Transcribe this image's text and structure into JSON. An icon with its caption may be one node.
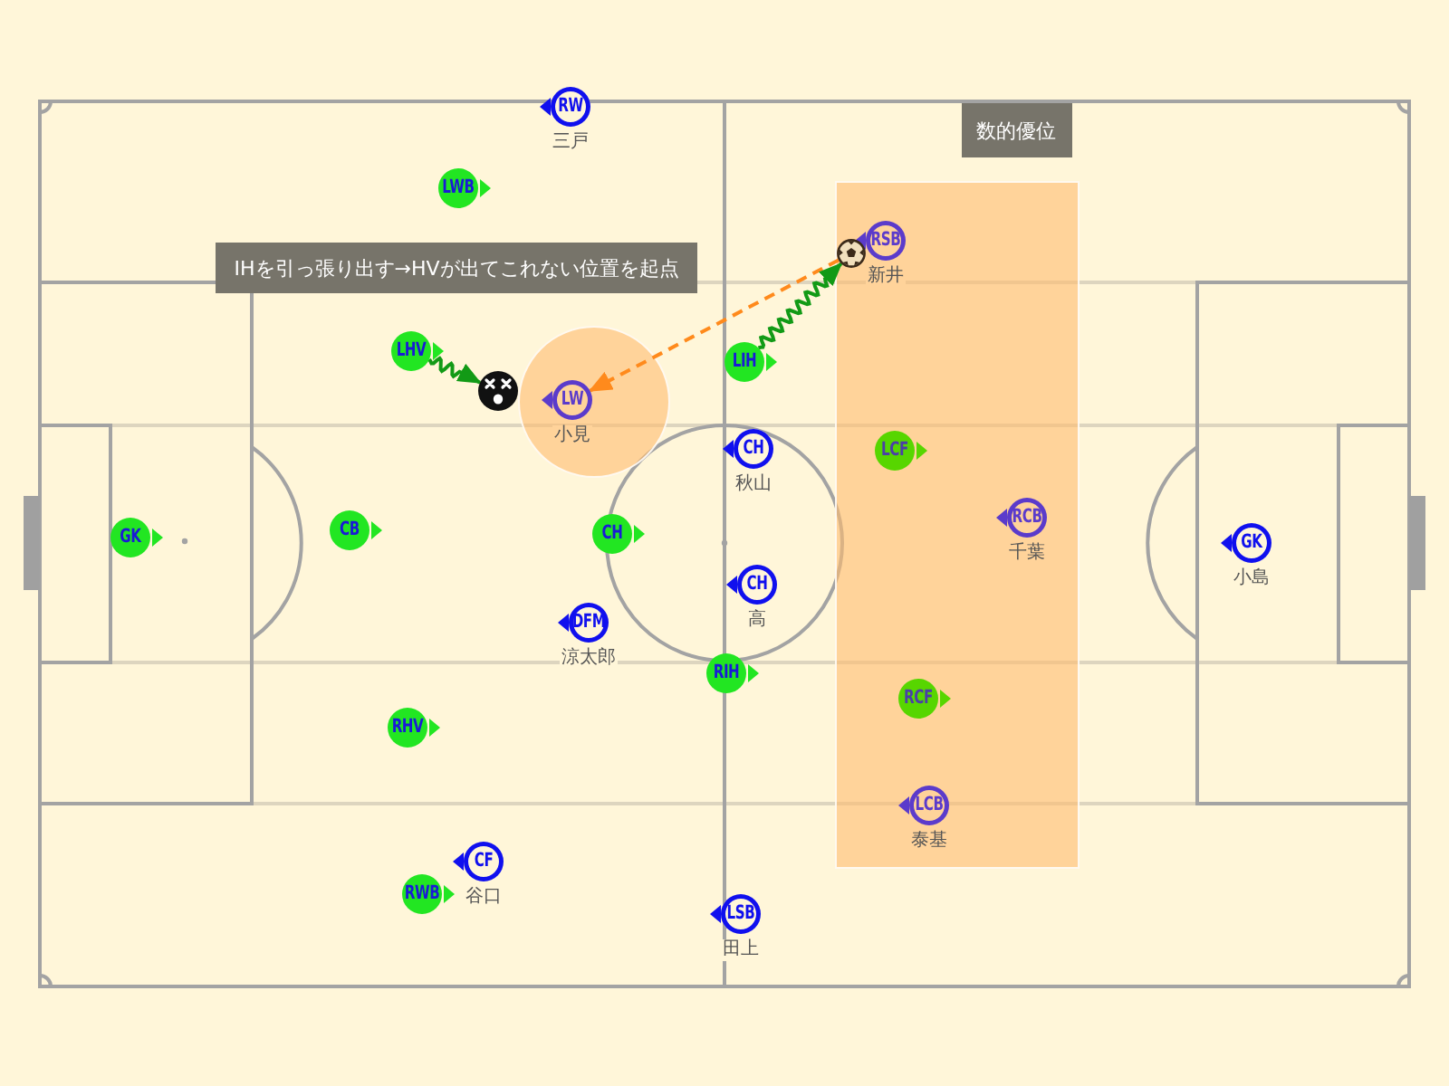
{
  "diagram": {
    "nodes": [
      {
        "text": [
          "RW"
        ],
        "beside": [
          "三戸"
        ]
      },
      {
        "text": [
          "数的優位"
        ]
      },
      {
        "text": [
          "LWB"
        ]
      },
      {
        "text": [
          "RSB"
        ],
        "beside": [
          "新井"
        ]
      },
      {
        "text": [],
        "shape": "picture"
      },
      {
        "text": [
          "IHを引っ張り出す→HVが出てこれない位置を起点"
        ]
      },
      {
        "text": [
          "LHV"
        ]
      },
      {
        "text": [
          "LIH"
        ]
      },
      {
        "text": [],
        "shape": "picture"
      },
      {
        "text": [
          "LW"
        ],
        "beside": [
          "小見"
        ]
      },
      {
        "text": [
          "CH"
        ],
        "beside": [
          "秋山"
        ]
      },
      {
        "text": [
          "LCF"
        ]
      },
      {
        "text": [
          "RCB"
        ],
        "beside": [
          "千葉"
        ]
      },
      {
        "text": [
          "GK"
        ]
      },
      {
        "text": [
          "CB"
        ]
      },
      {
        "text": [
          "CH"
        ]
      },
      {
        "text": [
          "GK"
        ],
        "beside": [
          "小島"
        ]
      },
      {
        "text": [
          "CH"
        ],
        "beside": [
          "高"
        ]
      },
      {
        "text": [
          "DFM"
        ],
        "beside": [
          "涼太郎"
        ]
      },
      {
        "text": [
          "RIH"
        ]
      },
      {
        "text": [
          "RCF"
        ]
      },
      {
        "text": [
          "RHV"
        ]
      },
      {
        "text": [
          "LCB"
        ],
        "beside": [
          "泰基"
        ]
      },
      {
        "text": [
          "CF"
        ],
        "beside": [
          "谷口"
        ]
      },
      {
        "text": [
          "RWB"
        ]
      },
      {
        "text": [
          "LSB"
        ],
        "beside": [
          "田上"
        ]
      }
    ],
    "edges": [
      {
        "from": 4,
        "to": 9,
        "arrow": "to",
        "style": "dashed",
        "color": "#ff8a1c"
      },
      {
        "from": 6,
        "to": 8,
        "arrow": "to"
      },
      {
        "from": 7,
        "to": 4,
        "arrow": "to"
      }
    ]
  }
}
